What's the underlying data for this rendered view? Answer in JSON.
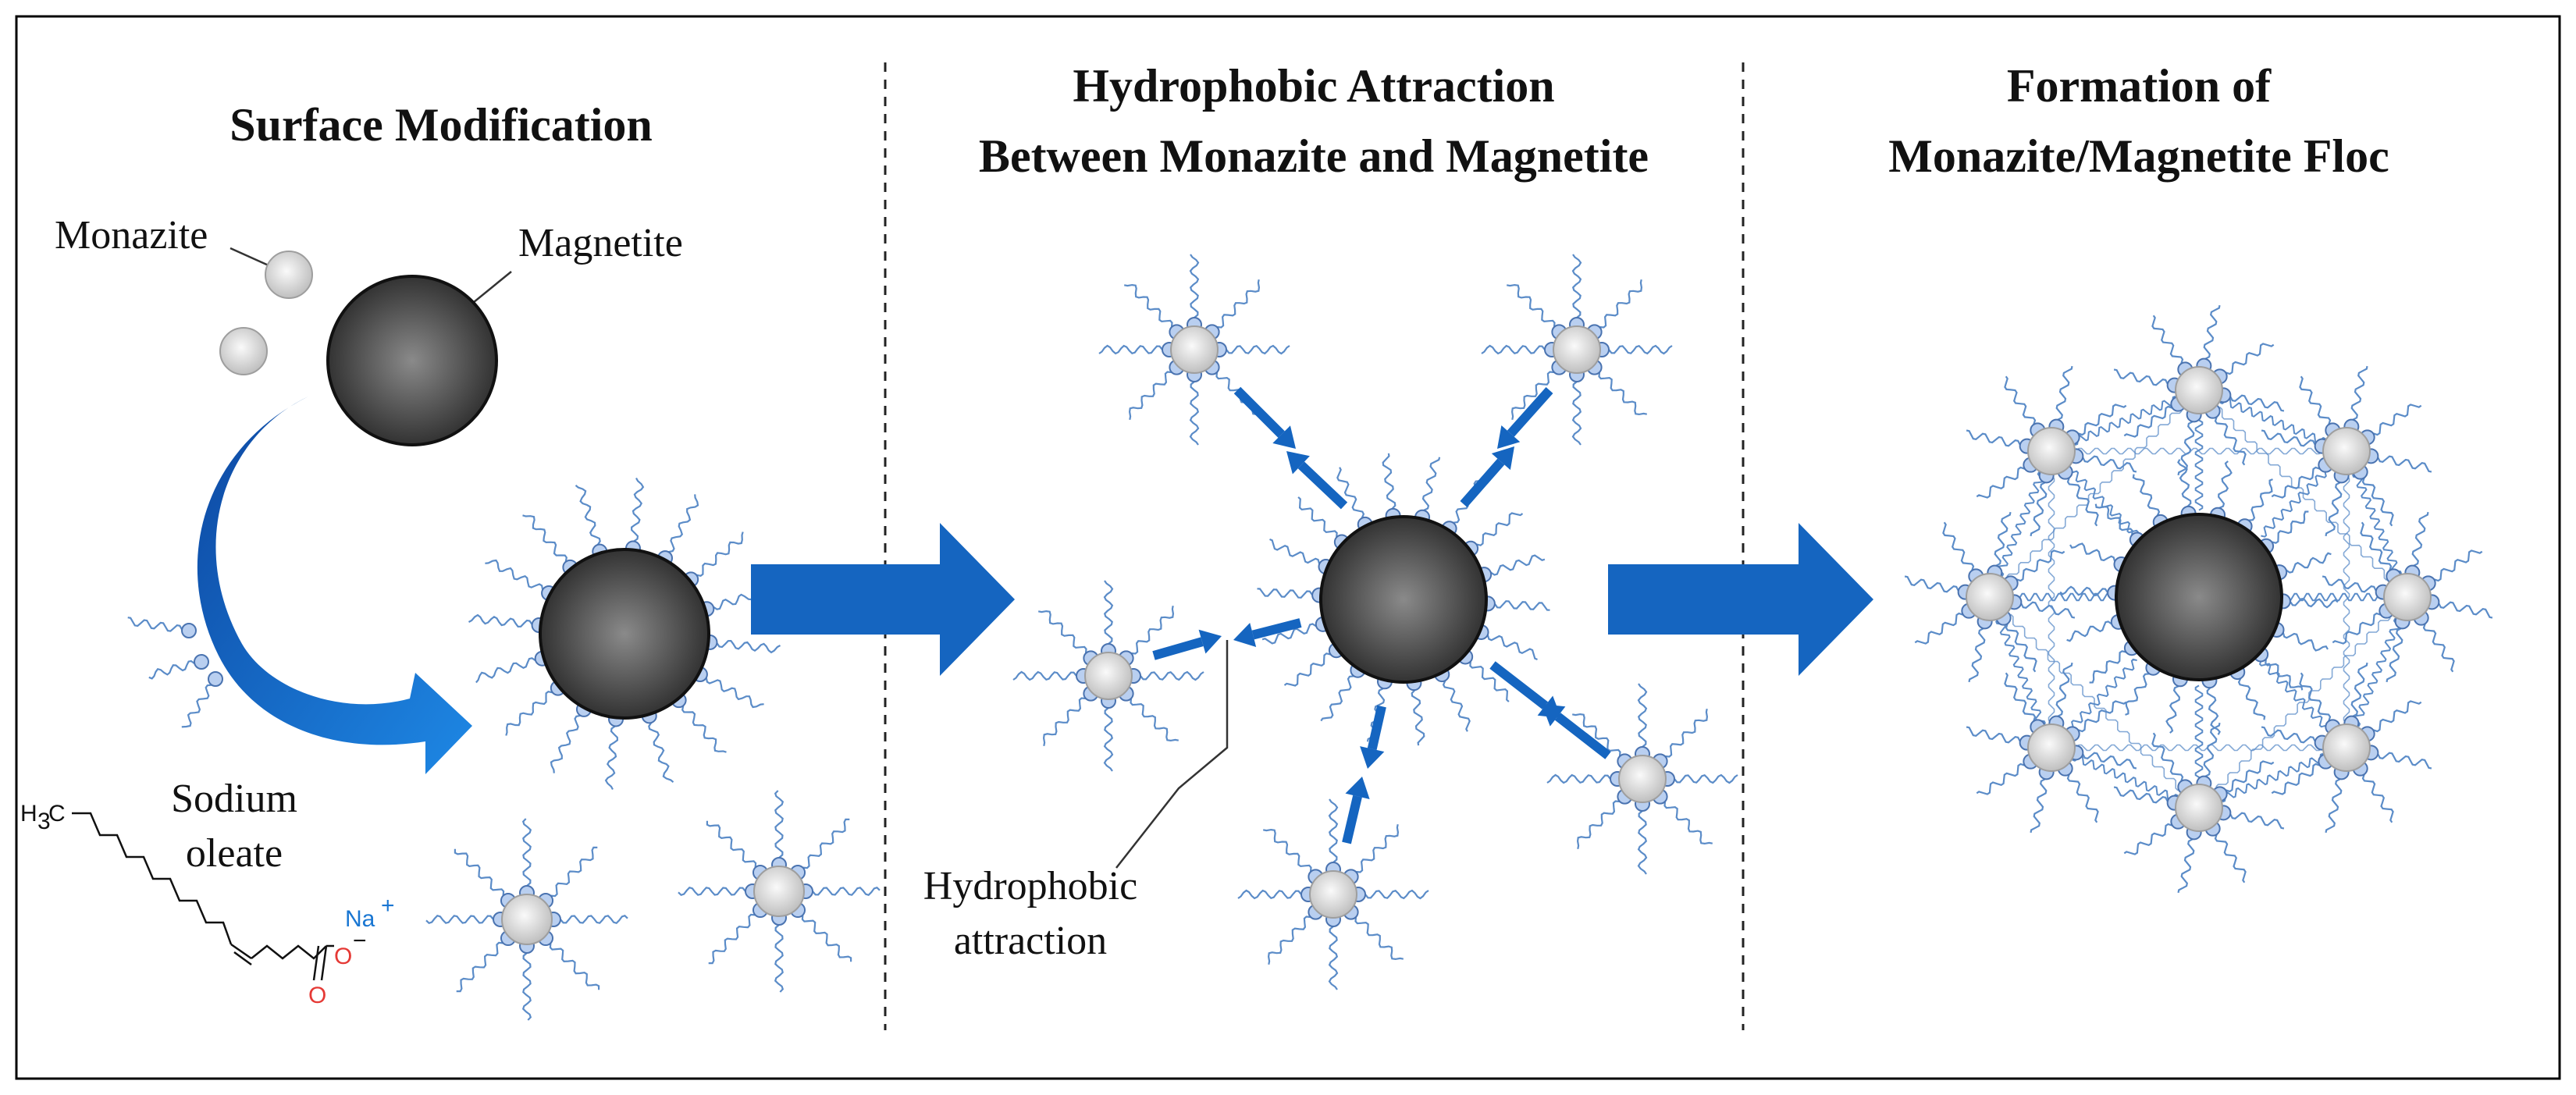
{
  "panels": {
    "surface_modification": {
      "title": "Surface Modification",
      "labels": {
        "monazite": "Monazite",
        "magnetite": "Magnetite",
        "sodium": "Sodium",
        "oleate": "oleate"
      },
      "formula": {
        "methyl": "H",
        "methyl_sub": "3",
        "methyl_c": "C",
        "sodium_ion": "Na",
        "sodium_charge": "+",
        "carboxylate_o": "O",
        "carboxylate_charge": "−",
        "carbonyl_o": "O"
      }
    },
    "hydrophobic_attraction": {
      "title_line1": "Hydrophobic Attraction",
      "title_line2": "Between Monazite and Magnetite",
      "annotation_line1": "Hydrophobic",
      "annotation_line2": "attraction"
    },
    "floc_formation": {
      "title_line1": "Formation of",
      "title_line2": "Monazite/Magnetite Floc"
    }
  },
  "colors": {
    "arrow_blue": "#1565c0",
    "chain_blue": "#5b8cc8",
    "head_fill": "#b9cff0",
    "head_stroke": "#4a73b0",
    "magnetite_center": "#8a8a8a",
    "magnetite_edge": "#2a2a2a",
    "monazite_center": "#fafafa",
    "monazite_edge": "#bdbdbd",
    "oxygen_red": "#e53935",
    "sodium_blue": "#1976d2",
    "border": "#000000"
  },
  "icons": {
    "magnetite_particle": "dark-sphere",
    "monazite_particle": "light-sphere",
    "oleate_molecule": "wavy-tail-with-head",
    "process_arrow": "block-arrow-right",
    "attraction_arrow": "blue-arrow"
  }
}
